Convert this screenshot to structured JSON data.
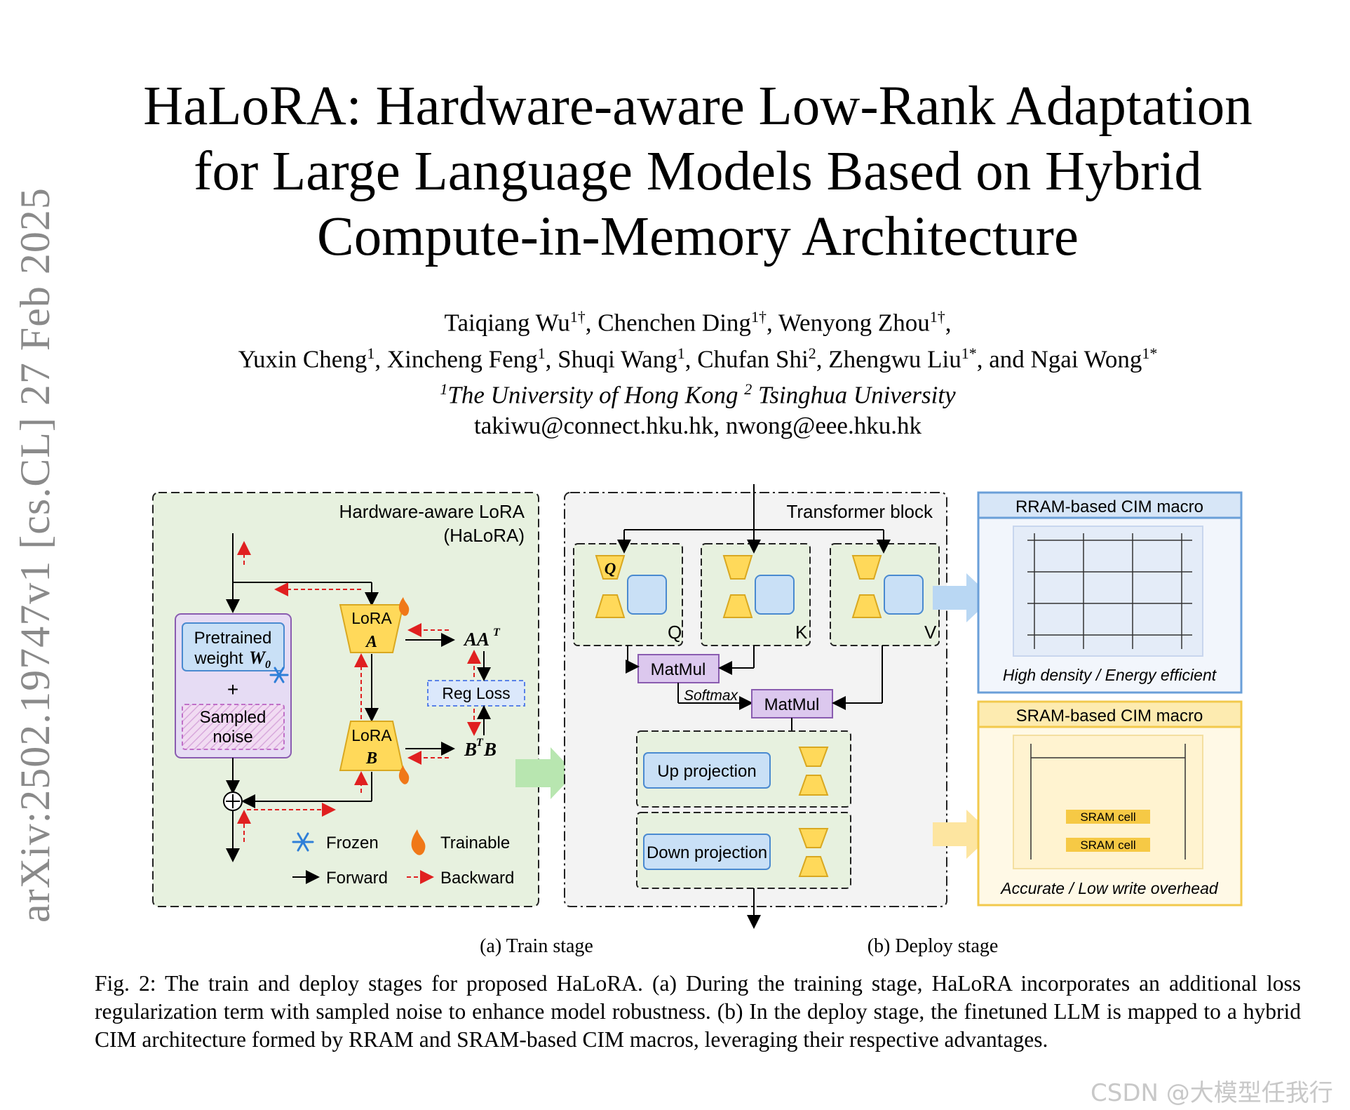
{
  "sidebar": {
    "arxiv_stamp": "arXiv:2502.19747v1  [cs.CL]  27 Feb 2025"
  },
  "paper": {
    "title_lines": [
      "HaLoRA: Hardware-aware Low-Rank Adaptation",
      "for Large Language Models Based on Hybrid",
      "Compute-in-Memory Architecture"
    ],
    "authors_line1": [
      {
        "name": "Taiqiang Wu",
        "sup": "1†"
      },
      {
        "name": "Chenchen Ding",
        "sup": "1†"
      },
      {
        "name": "Wenyong Zhou",
        "sup": "1†"
      }
    ],
    "authors_line2": [
      {
        "name": "Yuxin Cheng",
        "sup": "1"
      },
      {
        "name": "Xincheng Feng",
        "sup": "1"
      },
      {
        "name": "Shuqi Wang",
        "sup": "1"
      },
      {
        "name": "Chufan Shi",
        "sup": "2"
      },
      {
        "name": "Zhengwu Liu",
        "sup": "1*"
      },
      {
        "name": "and Ngai Wong",
        "sup": "1*"
      }
    ],
    "affiliation_1": "The University of Hong Kong",
    "affiliation_2": "Tsinghua University",
    "emails": "takiwu@connect.hku.hk, nwong@eee.hku.hk"
  },
  "figure": {
    "left_panel": {
      "title_1": "Hardware-aware LoRA",
      "title_2": "(HaLoRA)",
      "pretrained_1": "Pretrained",
      "pretrained_2": "weight",
      "plus": "+",
      "sampled_1": "Sampled",
      "sampled_2": "noise",
      "lora": "LoRA",
      "mat_a": "A",
      "mat_b": "B",
      "w0": "W",
      "w0_sub": "0",
      "aat": "AA",
      "aat_sup": "T",
      "btb_b": "B",
      "btb_sup": "T",
      "btb_b2": "B",
      "reg_loss": "Reg Loss",
      "legend_frozen": "Frozen",
      "legend_trainable": "Trainable",
      "legend_forward": "Forward",
      "legend_backward": "Backward"
    },
    "middle_panel": {
      "title": "Transformer block",
      "q": "Q",
      "k": "K",
      "v": "V",
      "matmul": "MatMul",
      "softmax": "Softmax",
      "up_projection": "Up projection",
      "down_projection": "Down projection"
    },
    "right_panel": {
      "rram_title": "RRAM-based CIM macro",
      "rram_caption": "High density / Energy efficient",
      "sram_title": "SRAM-based CIM macro",
      "sram_cell": "SRAM cell",
      "sram_caption": "Accurate / Low write overhead"
    },
    "subcaption_a": "(a) Train stage",
    "subcaption_b": "(b) Deploy stage"
  },
  "caption": "Fig. 2: The train and deploy stages for proposed HaLoRA. (a) During the training stage, HaLoRA incorporates an additional loss regularization term with sampled noise to enhance model robustness. (b) In the deploy stage, the finetuned LLM is mapped to a hybrid CIM architecture formed by RRAM and SRAM-based CIM macros, leveraging their respective advantages.",
  "watermark": "CSDN @大模型任我行",
  "colors": {
    "green_bg": "#e7f1df",
    "blue_box": "#c9e0f6",
    "blue_border": "#4a8ad0",
    "purple_box": "#dcc8ee",
    "purple_border": "#8a5cb0",
    "lora_yellow": "#ffd95a",
    "red_dashed": "#e02020",
    "rram_border": "#6a9fd8",
    "sram_border": "#f2c94c"
  },
  "icons": [
    "snowflake-icon",
    "flame-icon",
    "arrow-right-icon",
    "dashed-arrow-icon"
  ]
}
